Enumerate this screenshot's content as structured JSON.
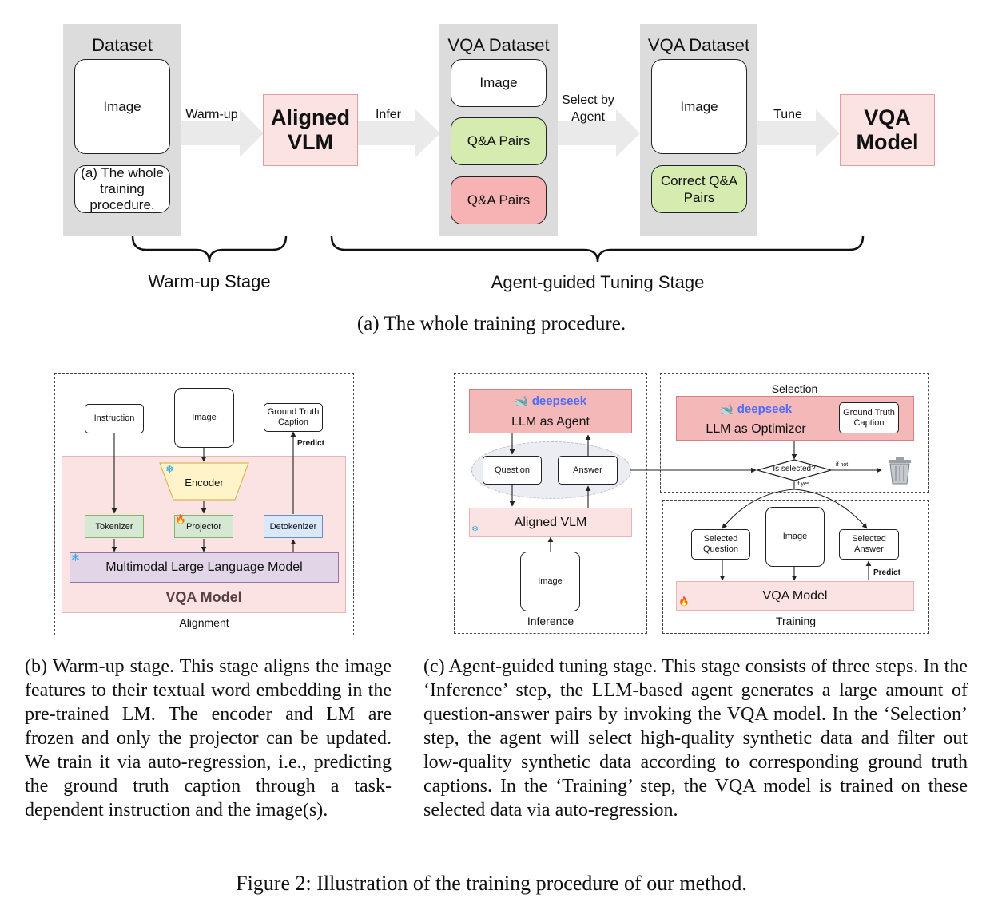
{
  "panel_a": {
    "dataset_title": "Dataset",
    "image": "Image",
    "caption": "(a) The whole training procedure.",
    "warmup_arrow": "Warm-up",
    "aligned_vlm": "Aligned VLM",
    "infer_arrow": "Infer",
    "vqa_dataset_title_1": "VQA Dataset",
    "image_2": "Image",
    "qa_pairs_good": "Q&A Pairs",
    "qa_pairs_bad": "Q&A Pairs",
    "select_arrow": "Select by Agent",
    "vqa_dataset_title_2": "VQA Dataset",
    "image_3": "Image",
    "correct_qa": "Correct Q&A Pairs",
    "tune_arrow": "Tune",
    "vqa_model": "VQA Model",
    "warmup_stage": "Warm-up Stage",
    "agent_stage": "Agent-guided Tuning Stage"
  },
  "panel_b": {
    "instruction": "Instruction",
    "image": "Image",
    "gt_caption": "Ground Truth Caption",
    "predict": "Predict",
    "encoder": "Encoder",
    "tokenizer": "Tokenizer",
    "projector": "Projector",
    "detokenizer": "Detokenizer",
    "mllm": "Multimodal Large Language Model",
    "vqa_model": "VQA Model",
    "alignment": "Alignment",
    "caption": "(b) Warm-up stage. This stage aligns the image features to their textual word embedding in the pre-trained LM. The encoder and LM are frozen and only the projector can be updated. We train it via auto-regression, i.e., predicting the ground truth caption through a task-dependent instruction and the image(s)."
  },
  "panel_c": {
    "deepseek_1": "deepseek",
    "llm_agent": "LLM as Agent",
    "question": "Question",
    "answer": "Answer",
    "aligned_vlm": "Aligned VLM",
    "image_1": "Image",
    "inference": "Inference",
    "selection": "Selection",
    "deepseek_2": "deepseek",
    "llm_optimizer": "LLM as Optimizer",
    "gt_caption": "Ground Truth Caption",
    "is_selected": "Is selected?",
    "if_not": "if not",
    "if_yes": "if yes",
    "selected_question": "Selected Question",
    "image_2": "Image",
    "selected_answer": "Selected Answer",
    "predict": "Predict",
    "vqa_model": "VQA Model",
    "training": "Training",
    "caption": "(c) Agent-guided tuning stage. This stage consists of three steps. In the ‘Inference’ step, the LLM-based agent generates a large amount of question-answer pairs by invoking the VQA model. In the ‘Selection’ step, the agent will select high-quality synthetic data and filter out low-quality synthetic data according to corresponding ground truth captions. In the ‘Training’ step, the VQA model is trained on these selected data via auto-regression."
  },
  "figure_caption": "Figure 2: Illustration of the training procedure of our method."
}
